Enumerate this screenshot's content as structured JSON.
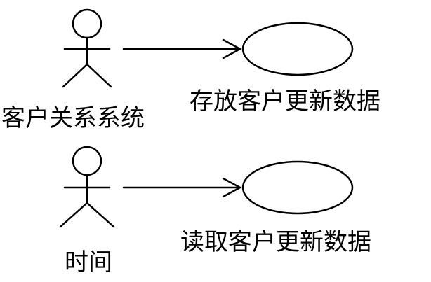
{
  "diagram": {
    "actors": [
      {
        "label": "客户关系系统"
      },
      {
        "label": "时间"
      }
    ],
    "use_cases": [
      {
        "label": "存放客户更新数据"
      },
      {
        "label": "读取客户更新数据"
      }
    ]
  }
}
